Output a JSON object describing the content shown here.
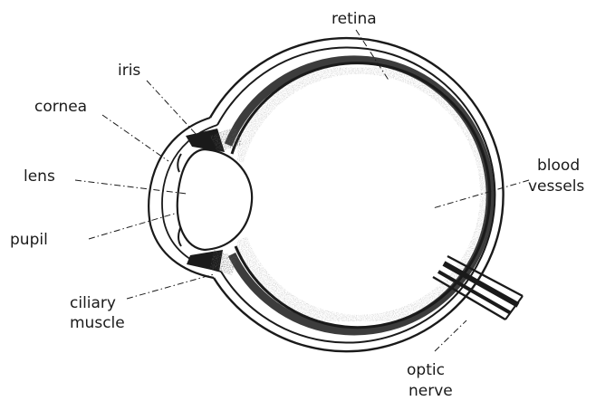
{
  "diagram": {
    "labels": {
      "retina": "retina",
      "iris": "iris",
      "cornea": "cornea",
      "lens": "lens",
      "pupil": "pupil",
      "ciliary_1": "ciliary",
      "ciliary_2": "muscle",
      "blood_1": "blood",
      "blood_2": "vessels",
      "optic_1": "optic",
      "optic_2": "nerve"
    },
    "colors": {
      "ink": "#1a1a1a",
      "paper": "#ffffff"
    }
  }
}
